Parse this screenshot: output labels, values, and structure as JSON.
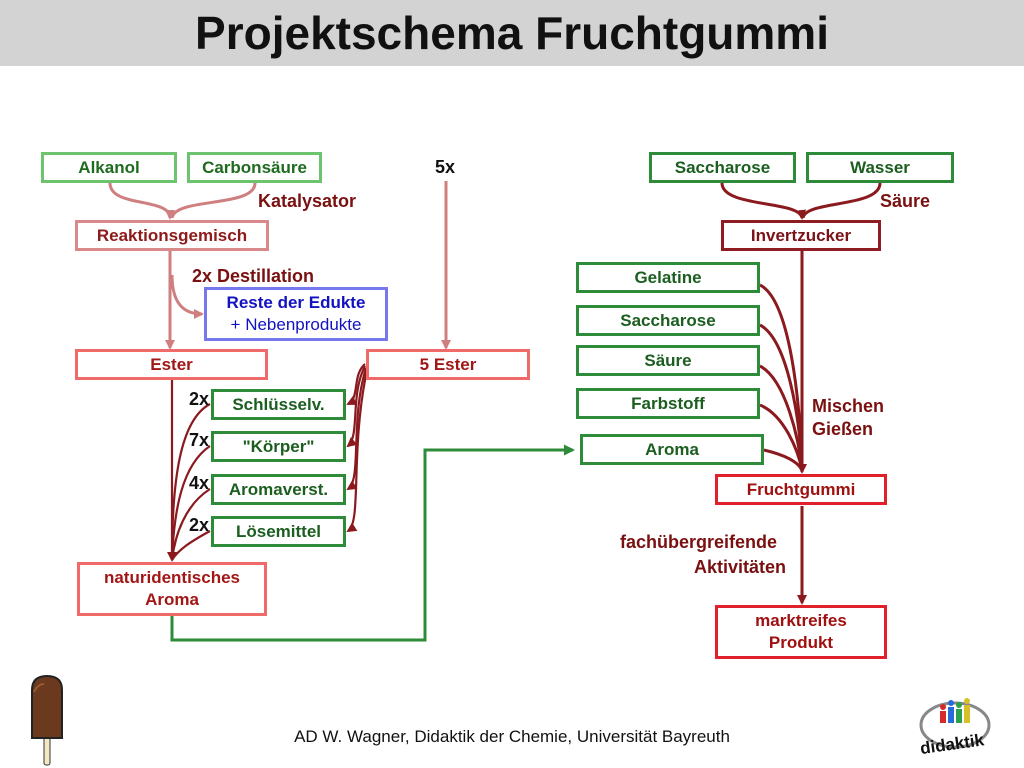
{
  "title": "Projektschema Fruchtgummi",
  "boxes": {
    "alkanol": "Alkanol",
    "carbonsaeure": "Carbonsäure",
    "reaktionsgemisch": "Reaktionsgemisch",
    "reste_line1": "Reste der Edukte",
    "reste_line2": "+ Nebenprodukte",
    "ester": "Ester",
    "ester5": "5 Ester",
    "schluessel": "Schlüsselv.",
    "koerper": "\"Körper\"",
    "aromaverst": "Aromaverst.",
    "loesemittel": "Lösemittel",
    "naturident_line1": "naturidentisches",
    "naturident_line2": "Aroma",
    "saccharose1": "Saccharose",
    "wasser": "Wasser",
    "invertzucker": "Invertzucker",
    "gelatine": "Gelatine",
    "saccharose2": "Saccharose",
    "saeure": "Säure",
    "farbstoff": "Farbstoff",
    "aroma": "Aroma",
    "fruchtgummi": "Fruchtgummi",
    "marktreif_line1": "marktreifes",
    "marktreif_line2": "Produkt"
  },
  "labels": {
    "katalysator": "Katalysator",
    "five_x": "5x",
    "destillation": "2x Destillation",
    "mult_schluessel": "2x",
    "mult_koerper": "7x",
    "mult_aromaverst": "4x",
    "mult_loesemittel": "2x",
    "saeure_label": "Säure",
    "mischen": "Mischen",
    "giessen": "Gießen",
    "fach_line1": "fachübergreifende",
    "fach_line2": "Aktivitäten"
  },
  "footer": "AD W. Wagner, Didaktik der Chemie, Universität Bayreuth",
  "logo_text": "didaktik",
  "icons": [
    "ice-cream-icon",
    "didaktik-logo-icon"
  ],
  "colors": {
    "light_green": "#6ec46e",
    "dark_green": "#2e8b3a",
    "pink": "#d88a8a",
    "red": "#e0202a",
    "dark_red": "#8e1c22",
    "blue": "#7777ee",
    "title_bar": "#d3d3d3"
  }
}
